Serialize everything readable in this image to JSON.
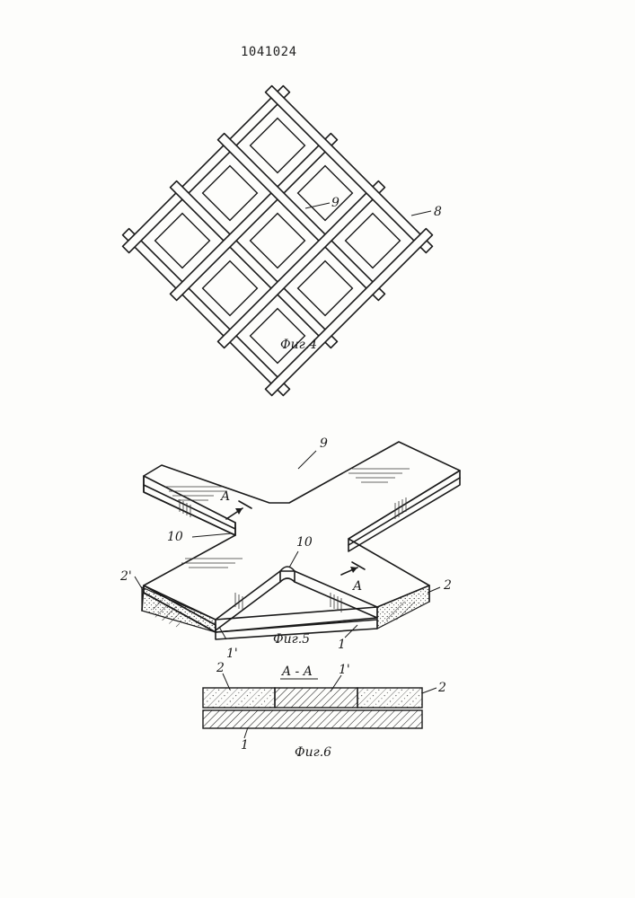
{
  "document": {
    "patent_number": "1041024",
    "figures": [
      {
        "caption": "Фиг.4",
        "labels": [
          "9",
          "8"
        ]
      },
      {
        "caption": "Фиг.5",
        "labels": [
          "9",
          "A",
          "10",
          "10",
          "A",
          "2'",
          "2",
          "1'",
          "1"
        ]
      },
      {
        "caption": "Фиг.6",
        "section_title": "A - A",
        "labels": [
          "2",
          "1'",
          "2",
          "1"
        ]
      }
    ]
  }
}
